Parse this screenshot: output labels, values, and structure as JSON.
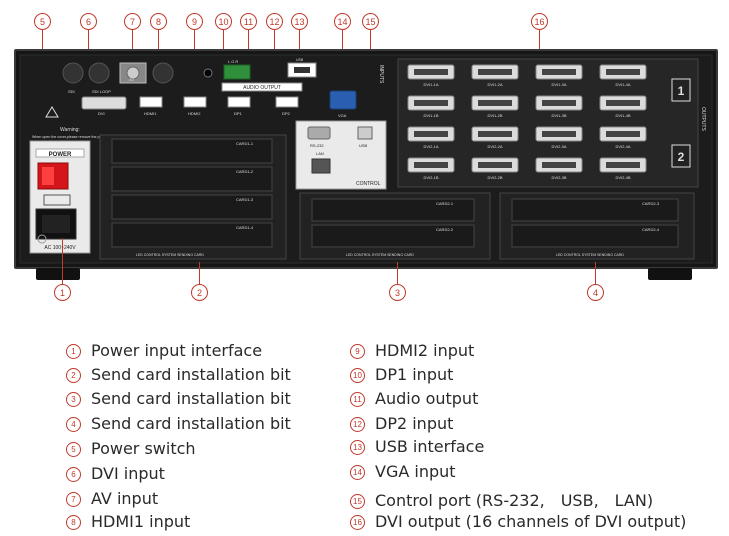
{
  "callouts": [
    "1",
    "2",
    "3",
    "4",
    "5",
    "6",
    "7",
    "8",
    "9",
    "10",
    "11",
    "12",
    "13",
    "14",
    "15",
    "16"
  ],
  "panel": {
    "warning_title": "Warning:",
    "warning_text": "When open the cover,please remove the power supply",
    "power_title": "POWER",
    "ac_label": "AC 100~240V",
    "sdi": "SDI",
    "sdi_loop": "SDI LOOP",
    "av": "AV",
    "dvi": "DVI",
    "hdmi1": "HDMI1",
    "hdmi2": "HDMI2",
    "dp1": "DP1",
    "dp2": "DP2",
    "audio_output": "AUDIO OUTPUT",
    "audio_lr": "L  G  R",
    "usb": "USB",
    "vga": "VGA",
    "inputs": "INPUTS",
    "outputs": "OUTPUTS",
    "rs232": "RS-232",
    "lan": "LAN",
    "control": "CONTROL",
    "group1": "1",
    "group2": "2",
    "cards_left": [
      "CARD1-1",
      "CARD1-2",
      "CARD1-3",
      "CARD1-4"
    ],
    "cards_mid": [
      "CARD2-1",
      "CARD2-2"
    ],
    "cards_right": [
      "CARD2-3",
      "CARD2-4"
    ],
    "led_system": "LED CONTROL SYSTEM SENDING CARD",
    "dvi_out": [
      [
        "DVI1-1A",
        "DVI1-2A",
        "DVI1-3A",
        "DVI1-4A"
      ],
      [
        "DVI1-1B",
        "DVI1-2B",
        "DVI1-3B",
        "DVI1-4B"
      ],
      [
        "DVI2-1A",
        "DVI2-2A",
        "DVI2-3A",
        "DVI2-4A"
      ],
      [
        "DVI2-1B",
        "DVI2-2B",
        "DVI2-3B",
        "DVI2-4B"
      ]
    ]
  },
  "legend_left": [
    {
      "num": "1",
      "text": "Power input interface"
    },
    {
      "num": "2",
      "text": "Send card installation bit"
    },
    {
      "num": "3",
      "text": "Send card installation bit"
    },
    {
      "num": "4",
      "text": "Send card installation bit"
    },
    {
      "num": "5",
      "text": "Power switch"
    },
    {
      "num": "6",
      "text": "DVI input"
    },
    {
      "num": "7",
      "text": "AV input"
    },
    {
      "num": "8",
      "text": "HDMI1 input"
    }
  ],
  "legend_right": [
    {
      "num": "9",
      "text": "HDMI2 input"
    },
    {
      "num": "10",
      "text": "DP1 input"
    },
    {
      "num": "11",
      "text": "Audio output"
    },
    {
      "num": "12",
      "text": "DP2 input"
    },
    {
      "num": "13",
      "text": "USB interface"
    },
    {
      "num": "14",
      "text": "VGA input"
    },
    {
      "num": "15",
      "text": "Control port (RS-232,　USB,　LAN)"
    },
    {
      "num": "16",
      "text": "DVI output (16 channels of DVI output)"
    }
  ],
  "colors": {
    "callout": "#c0392b",
    "chassis": "#161616",
    "power_switch": "#d4161b",
    "vga": "#2a5fb0"
  }
}
